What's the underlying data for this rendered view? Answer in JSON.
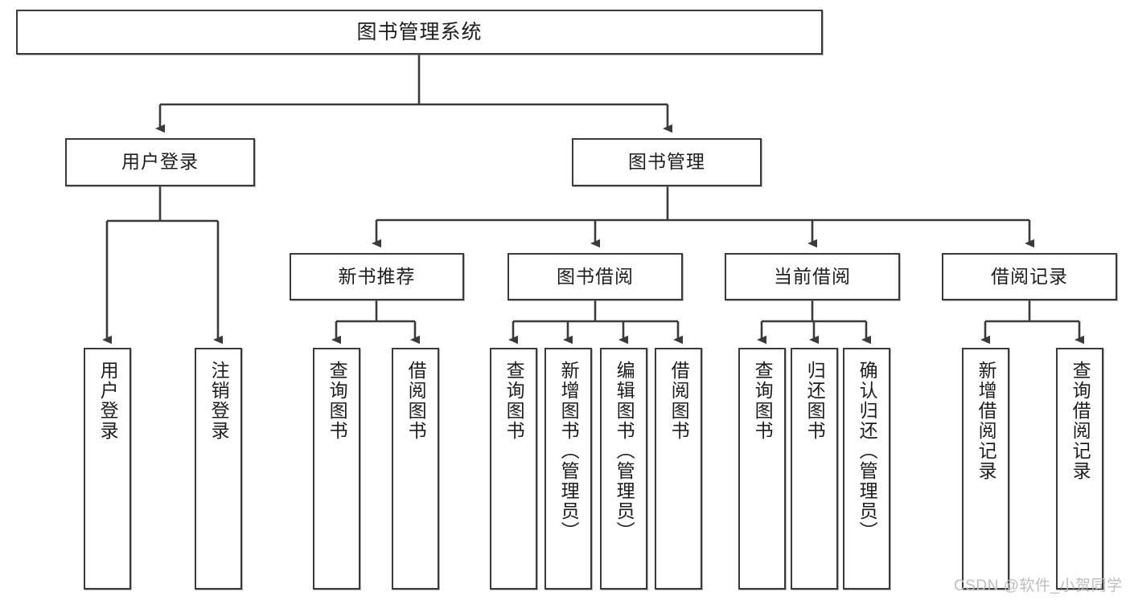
{
  "diagram": {
    "title": "图书管理系统",
    "type": "hierarchy-tree",
    "root": {
      "label": "图书管理系统"
    },
    "level2": [
      {
        "id": "user-login",
        "label": "用户登录"
      },
      {
        "id": "book-manage",
        "label": "图书管理"
      }
    ],
    "level3": [
      {
        "id": "new-book-recommend",
        "label": "新书推荐"
      },
      {
        "id": "book-borrow",
        "label": "图书借阅"
      },
      {
        "id": "current-borrow",
        "label": "当前借阅"
      },
      {
        "id": "borrow-record",
        "label": "借阅记录"
      }
    ],
    "leaves": [
      {
        "id": "leaf-user-login",
        "label": "用户登录",
        "parent": "用户登录"
      },
      {
        "id": "leaf-logout-login",
        "label": "注销登录",
        "parent": "用户登录"
      },
      {
        "id": "leaf-query-book-1",
        "label": "查询图书",
        "parent": "新书推荐"
      },
      {
        "id": "leaf-borrow-book-1",
        "label": "借阅图书",
        "parent": "新书推荐"
      },
      {
        "id": "leaf-query-book-2",
        "label": "查询图书",
        "parent": "图书借阅"
      },
      {
        "id": "leaf-add-book",
        "label": "新增图书（管理员）",
        "parent": "图书借阅"
      },
      {
        "id": "leaf-edit-book",
        "label": "编辑图书（管理员）",
        "parent": "图书借阅"
      },
      {
        "id": "leaf-borrow-book-2",
        "label": "借阅图书",
        "parent": "图书借阅"
      },
      {
        "id": "leaf-query-book-3",
        "label": "查询图书",
        "parent": "当前借阅"
      },
      {
        "id": "leaf-return-book",
        "label": "归还图书",
        "parent": "当前借阅"
      },
      {
        "id": "leaf-confirm-return",
        "label": "确认归还（管理员）",
        "parent": "当前借阅"
      },
      {
        "id": "leaf-add-record",
        "label": "新增借阅记录",
        "parent": "借阅记录"
      },
      {
        "id": "leaf-query-record",
        "label": "查询借阅记录",
        "parent": "借阅记录"
      }
    ]
  },
  "watermark": {
    "text": "CSDN @软件_小贺同学"
  },
  "colors": {
    "stroke": "#3a3a3a",
    "text": "#1d1d1d",
    "background": "#ffffff",
    "watermark": "#bdbdbd"
  }
}
